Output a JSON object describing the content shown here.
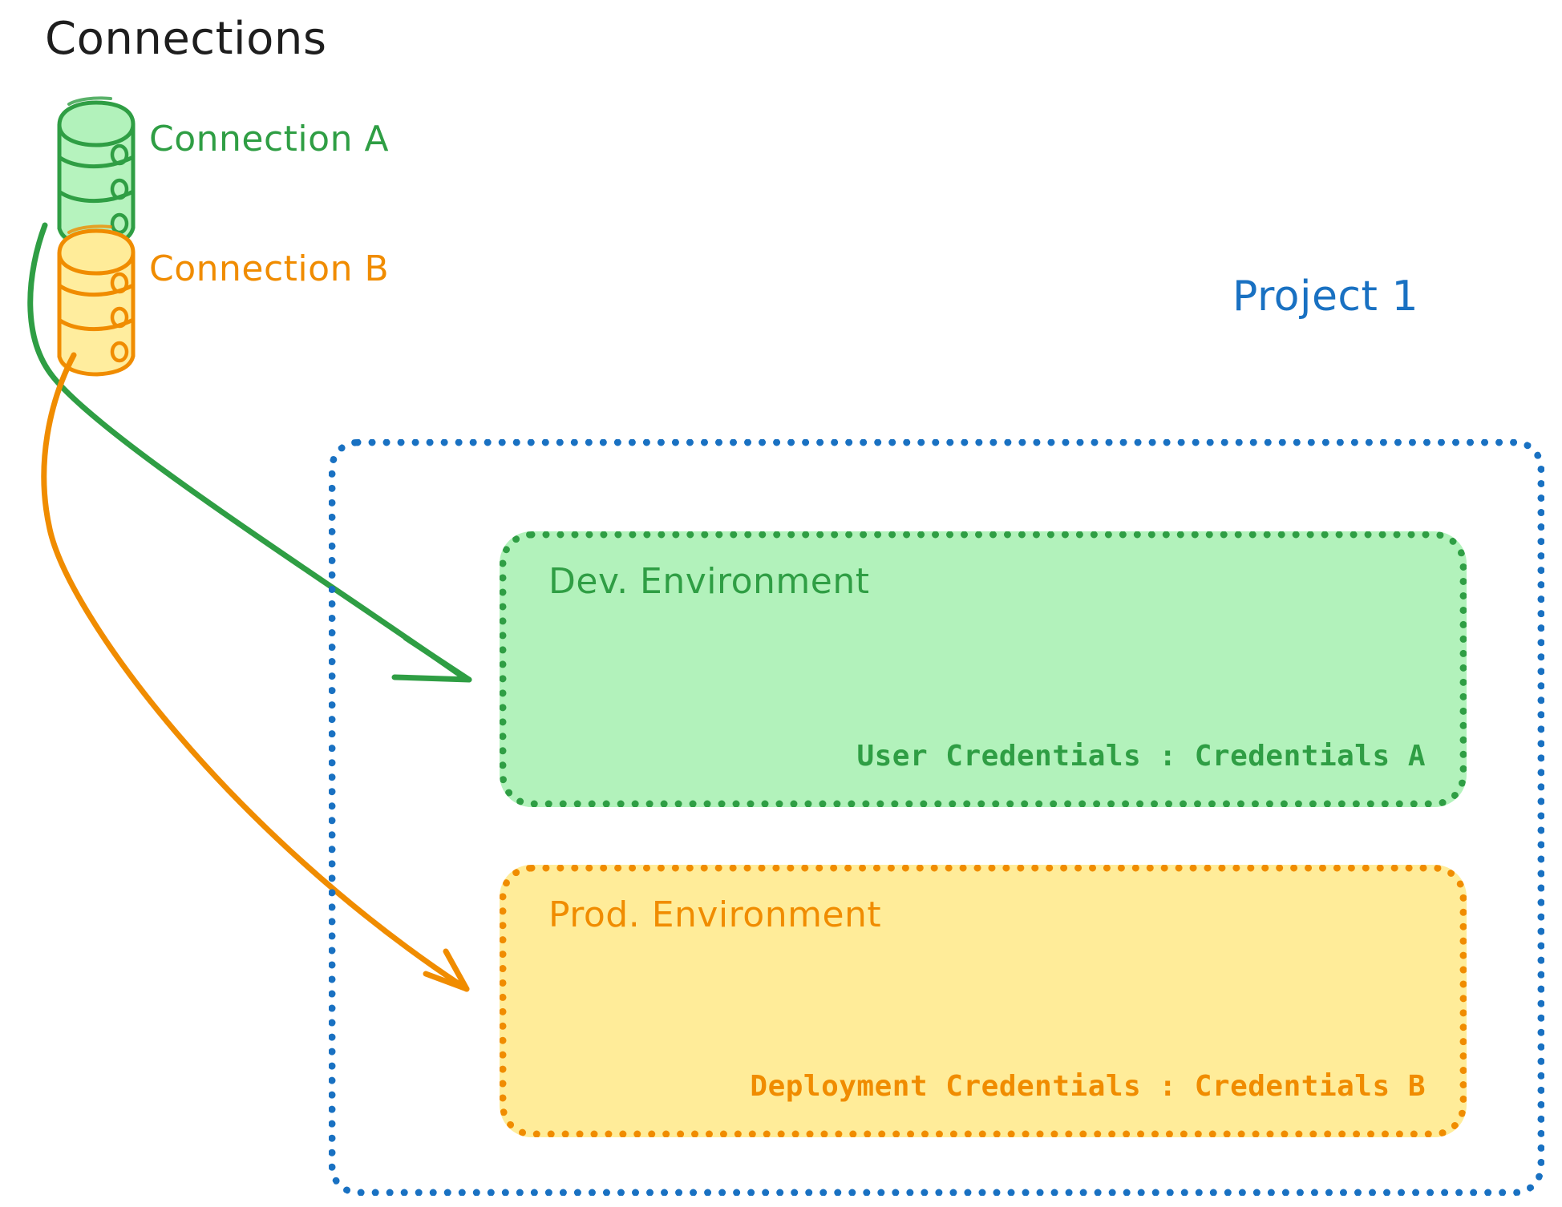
{
  "diagram": {
    "title": "Connections",
    "background_color": "#ffffff",
    "palette": {
      "green_stroke": "#2f9e44",
      "green_fill": "#b2f2bb",
      "orange_stroke": "#f08c00",
      "orange_fill": "#ffec99",
      "blue_stroke": "#1971c2",
      "text_black": "#1e1e1e"
    }
  },
  "connections": {
    "heading": "Connections",
    "items": [
      {
        "id": "connection-a",
        "label": "Connection A",
        "color": "#2f9e44",
        "icon": "database-cylinder-icon"
      },
      {
        "id": "connection-b",
        "label": "Connection B",
        "color": "#f08c00",
        "icon": "database-cylinder-icon"
      }
    ]
  },
  "project": {
    "label": "Project 1",
    "color": "#1971c2",
    "border_style": "dotted",
    "environments": [
      {
        "id": "dev-environment",
        "title": "Dev. Environment",
        "credentials_text": "User Credentials : Credentials A",
        "credentials_key": "User Credentials",
        "credentials_value": "Credentials A",
        "stroke_color": "#2f9e44",
        "fill_color": "#b2f2bb"
      },
      {
        "id": "prod-environment",
        "title": "Prod. Environment",
        "credentials_text": "Deployment Credentials : Credentials B",
        "credentials_key": "Deployment Credentials",
        "credentials_value": "Credentials B",
        "stroke_color": "#f08c00",
        "fill_color": "#ffec99"
      }
    ]
  },
  "arrows": [
    {
      "id": "arrow-connection-a-to-dev",
      "from": "connection-a",
      "to": "dev-environment",
      "color": "#2f9e44"
    },
    {
      "id": "arrow-connection-b-to-prod",
      "from": "connection-b",
      "to": "prod-environment",
      "color": "#f08c00"
    }
  ]
}
